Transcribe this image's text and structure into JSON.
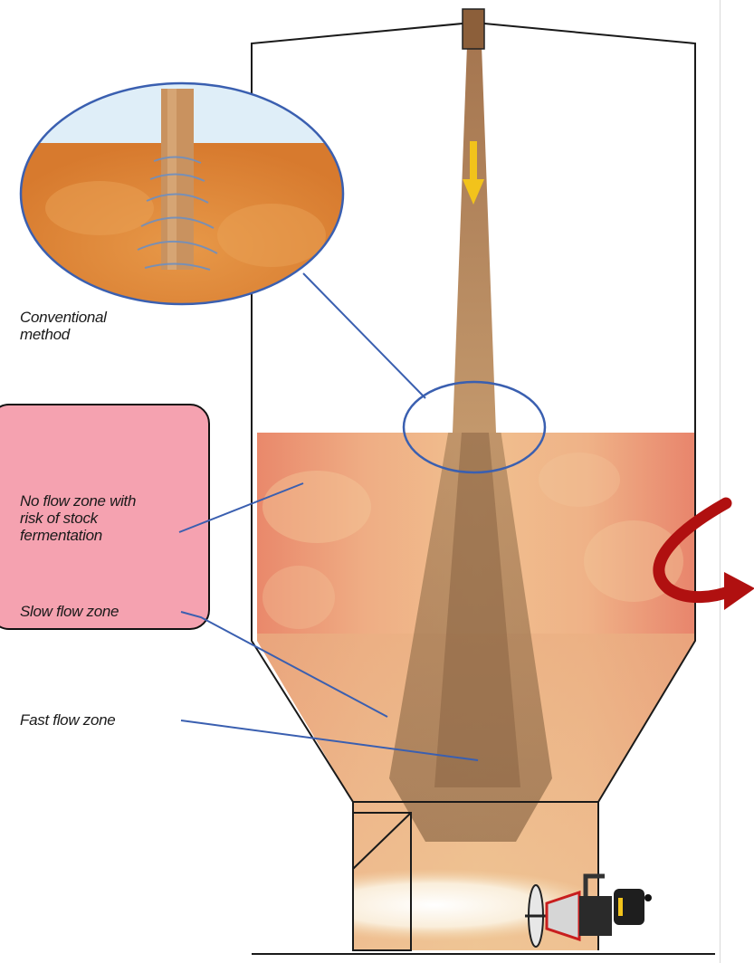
{
  "labels": {
    "conventional": "Conventional\nmethod",
    "no_flow": "No flow zone with\nrisk of stock\nfermentation",
    "slow_flow": "Slow flow zone",
    "fast_flow": "Fast flow zone"
  },
  "colors": {
    "stock_light": "#f1c08f",
    "stock_dark": "#e98466",
    "core_flow": "#a07a52",
    "outline": "#1a1a1a",
    "leader_line": "#3a5fb0",
    "arrow_red": "#b01010",
    "arrow_yellow": "#f2c31b",
    "callout_box": "#f5a2b0",
    "inset_stock": "#e08a3a",
    "inset_sky": "#dfeef8"
  },
  "icons": {
    "rotation_arrow": "curved-arrow-icon",
    "flow_direction": "down-arrow-icon",
    "agitator": "agitator-motor-icon"
  }
}
